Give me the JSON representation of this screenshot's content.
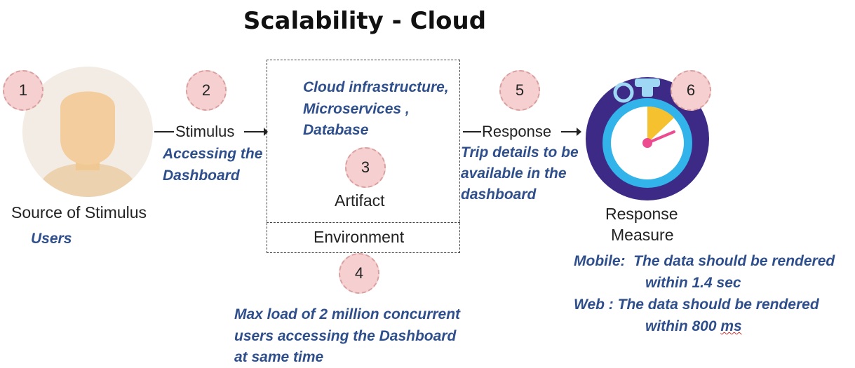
{
  "title": "Scalability - Cloud",
  "numbers": [
    "1",
    "2",
    "3",
    "4",
    "5",
    "6"
  ],
  "source": {
    "label": "Source of Stimulus",
    "detail": "Users"
  },
  "stimulus": {
    "label": "Stimulus",
    "detail_line1": "Accessing the",
    "detail_line2": "Dashboard"
  },
  "artifact": {
    "detail_line1": "Cloud infrastructure,",
    "detail_line2": "Microservices ,",
    "detail_line3": "Database",
    "label": "Artifact"
  },
  "environment": {
    "label": "Environment",
    "detail_line1": "Max load of 2 million concurrent",
    "detail_line2": "users accessing the Dashboard",
    "detail_line3": "at same time"
  },
  "response": {
    "label": "Response",
    "detail_line1": "Trip details to be",
    "detail_line2": "available in the",
    "detail_line3": "dashboard"
  },
  "measure": {
    "label_line1": "Response",
    "label_line2": "Measure",
    "mobile_line1": "Mobile:  The data should be rendered",
    "mobile_line2": "within 1.4 sec",
    "web_line1": "Web : The data should be rendered",
    "web_line2_prefix": "within 800 ",
    "web_line2_unit": "ms"
  },
  "colors": {
    "accent_blue": "#2f4f8c",
    "badge_fill": "#f6d0d0",
    "badge_border": "#d9a0a0"
  },
  "icons": [
    "person-avatar-icon",
    "stopwatch-icon"
  ]
}
